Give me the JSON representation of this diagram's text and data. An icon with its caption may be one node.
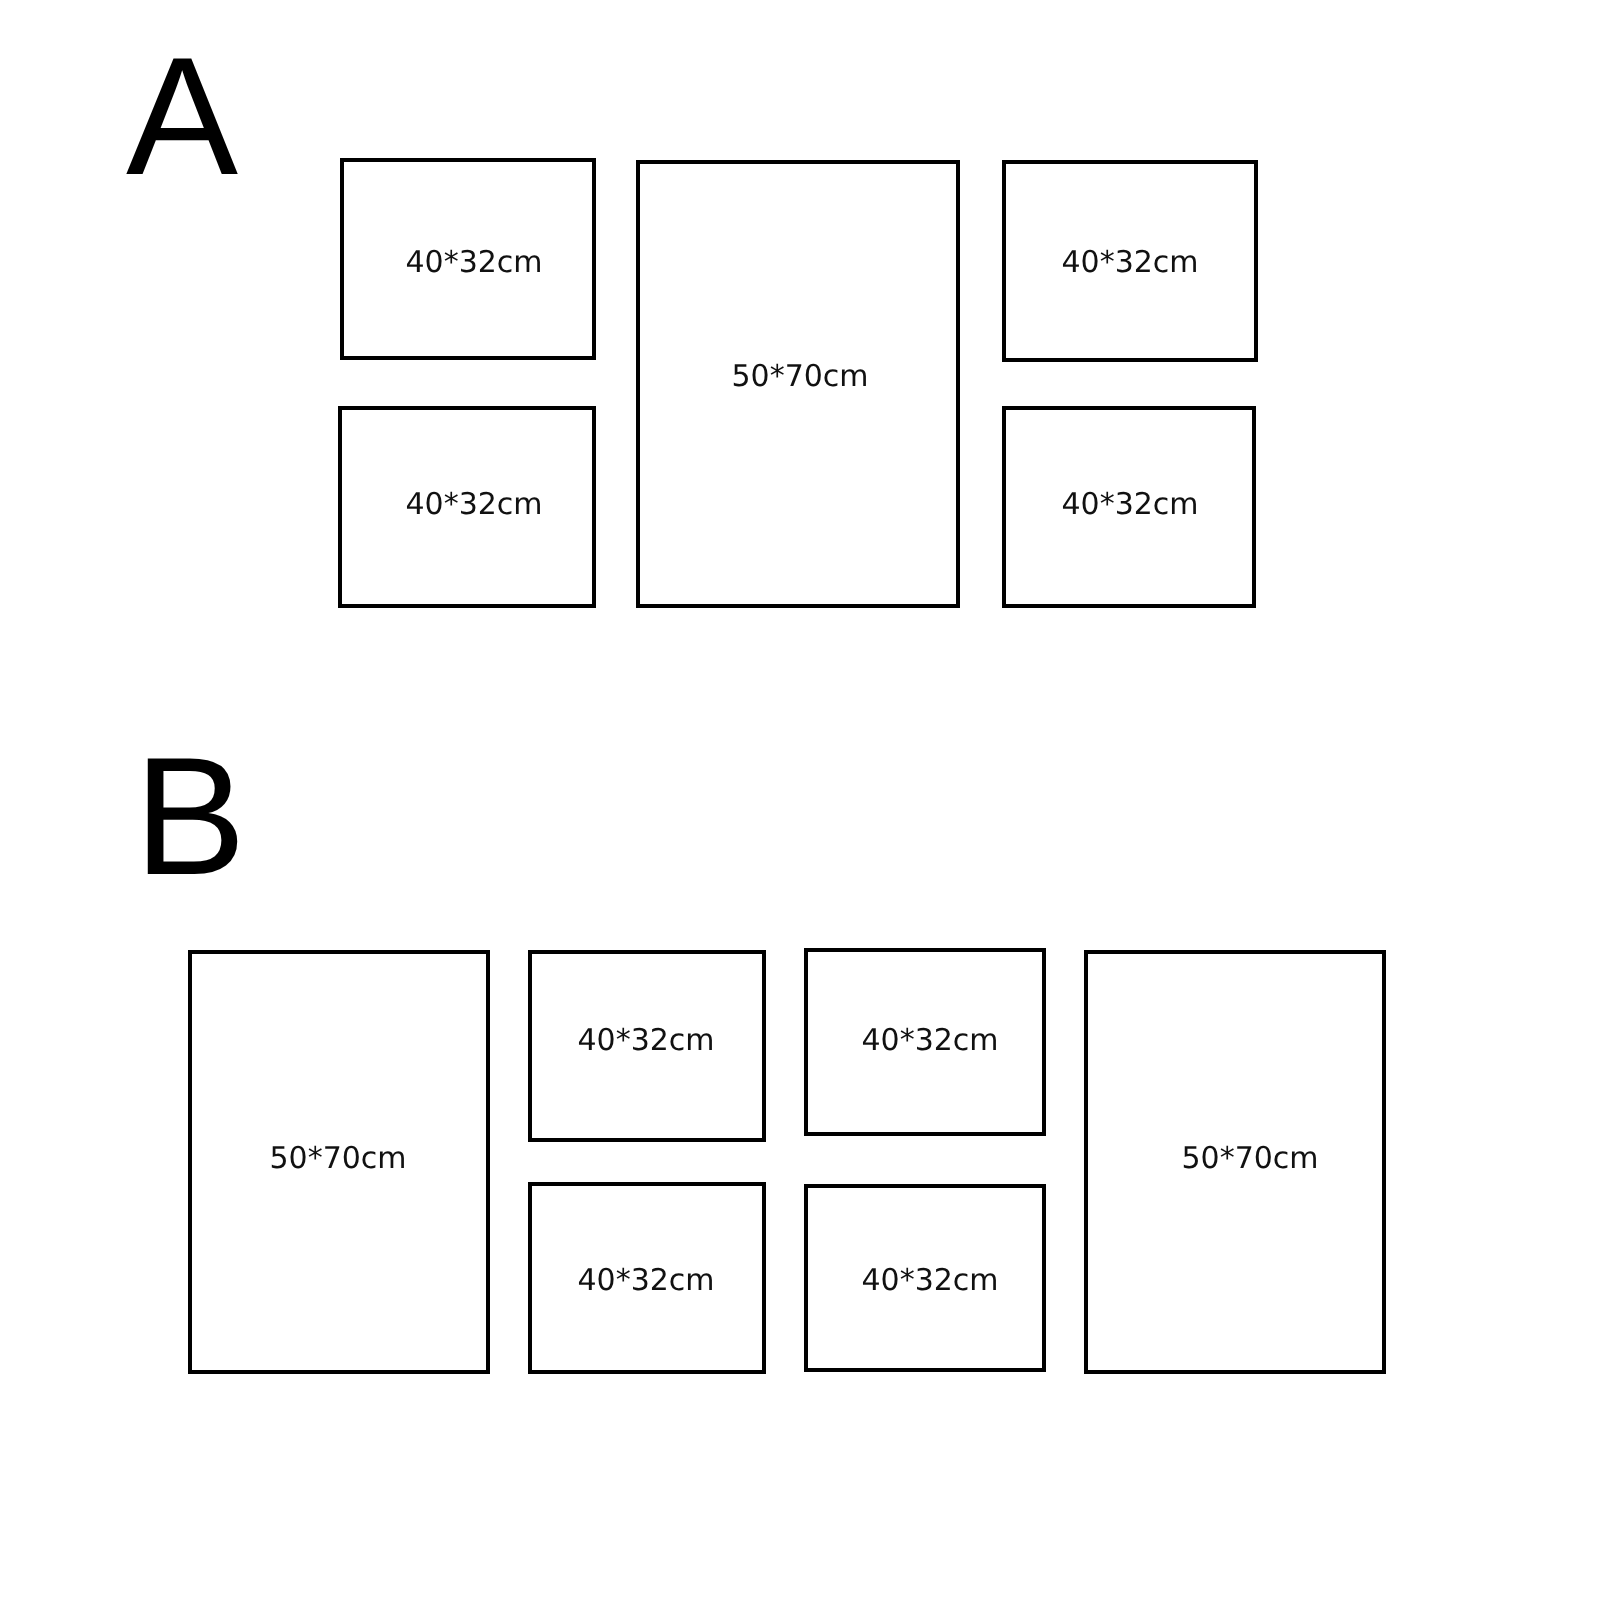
{
  "diagram": {
    "nodes": [
      {
        "text": [
          "40*32cm"
        ]
      },
      {
        "text": [
          "50*70cm"
        ]
      },
      {
        "text": [
          "40*32cm"
        ]
      },
      {
        "text": [
          "40*32cm"
        ]
      },
      {
        "text": [
          "40*32cm"
        ]
      },
      {
        "text": [
          "50*70cm"
        ]
      },
      {
        "text": [
          "40*32cm"
        ]
      },
      {
        "text": [
          "40*32cm"
        ]
      },
      {
        "text": [
          "50*70cm"
        ]
      },
      {
        "text": [
          "40*32cm"
        ]
      },
      {
        "text": [
          "40*32cm"
        ]
      }
    ],
    "labels": [
      "A",
      "B"
    ]
  }
}
